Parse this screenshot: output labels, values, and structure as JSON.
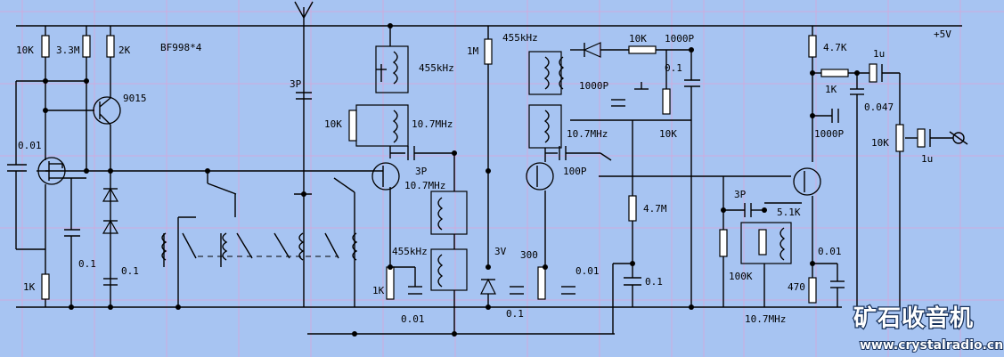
{
  "supply_label": "+5V",
  "transistor_note": "BF998*4",
  "components": {
    "r1": "10K",
    "r2": "3.3M",
    "r3": "2K",
    "q_pnp": "9015",
    "c_in": "0.01",
    "c_a": "0.1",
    "c_b": "0.1",
    "r_1k_left": "1K",
    "c_ant": "3P",
    "c_coupling": "3P",
    "if_107": "10.7MHz",
    "if_107_b": "10.7MHz",
    "if_455_top": "455kHz",
    "r_10k_mid": "10K",
    "if_455_bottom": "455kHz",
    "r_1k_mid": "1K",
    "c_001_mid": "0.01",
    "r_1m": "1M",
    "if_455_det": "455kHz",
    "v_3v": "3V",
    "c_01_det": "0.1",
    "r_300": "300",
    "c_001_det": "0.01",
    "c_100p": "100P",
    "if_107_det": "10.7MHz",
    "r_10k_top": "10K",
    "c_1000p_top": "1000P",
    "c_01_top": "0.1",
    "c_1000p_left": "1000P",
    "r_10k_det": "10K",
    "r_47m": "4.7M",
    "c_01_low": "0.1",
    "r_47k": "4.7K",
    "c_1u_top": "1u",
    "r_1k_right": "1K",
    "c_0047": "0.047",
    "c_1000p_right": "1000P",
    "pot_10k": "10K",
    "c_1u_out": "1u",
    "c_3p_right": "3P",
    "r_51k": "5.1K",
    "r_100k": "100K",
    "r_470": "470",
    "c_001_right": "0.01",
    "if_107_right": "10.7MHz"
  },
  "watermark": {
    "title": "矿石收音机",
    "url": "www.crystalradio.cn"
  }
}
